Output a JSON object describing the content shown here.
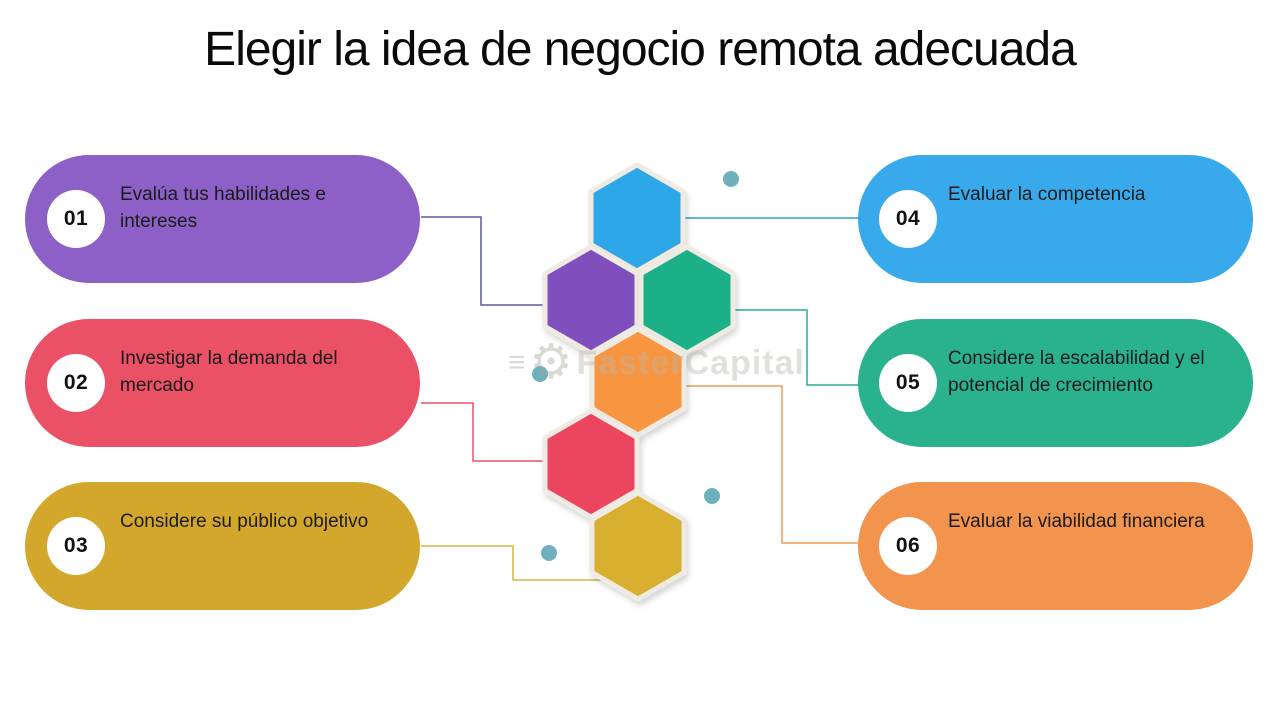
{
  "title": "Elegir la idea de negocio remota adecuada",
  "steps": [
    {
      "number": "01",
      "label": "Evalúa tus habilidades e intereses",
      "side": "left",
      "pill_color": "#8C60C6",
      "connector_color": "#5A5CA3",
      "hexagon": "purple"
    },
    {
      "number": "02",
      "label": "Investigar la demanda del mercado",
      "side": "left",
      "pill_color": "#EA5166",
      "connector_color": "#E8506A",
      "hexagon": "red"
    },
    {
      "number": "03",
      "label": "Considere su público objetivo",
      "side": "left",
      "pill_color": "#D3A72C",
      "connector_color": "#D6B544",
      "hexagon": "yellow"
    },
    {
      "number": "04",
      "label": "Evaluar la competencia",
      "side": "right",
      "pill_color": "#38AAEB",
      "connector_color": "#2B9FD6",
      "hexagon": "blue"
    },
    {
      "number": "05",
      "label": "Considere la escalabilidad y el potencial de crecimiento",
      "side": "right",
      "pill_color": "#29B28D",
      "connector_color": "#2FA893",
      "hexagon": "teal"
    },
    {
      "number": "06",
      "label": "Evaluar la viabilidad financiera",
      "side": "right",
      "pill_color": "#F2934E",
      "connector_color": "#F29A57",
      "hexagon": "orange"
    }
  ],
  "hexagons": [
    {
      "name": "blue",
      "color": "#2EA7E9"
    },
    {
      "name": "purple",
      "color": "#7F4FBE"
    },
    {
      "name": "teal",
      "color": "#1FB089"
    },
    {
      "name": "orange",
      "color": "#F89540"
    },
    {
      "name": "red",
      "color": "#EC4460"
    },
    {
      "name": "yellow",
      "color": "#D8AF2E"
    }
  ],
  "decoration": {
    "dot_color": "#6FB0BF",
    "hexagon_border_color": "#EFEAE2",
    "number_circle_color": "#FFFFFF",
    "number_text_color": "#111111",
    "label_text_color": "#1B1B1B",
    "title_color": "#0A0A0A",
    "background_color": "#FFFFFF"
  },
  "watermark": {
    "text": "FasterCapital",
    "icon": "gear-icon",
    "speed_lines": "≡",
    "gear_glyph": "⚙"
  }
}
